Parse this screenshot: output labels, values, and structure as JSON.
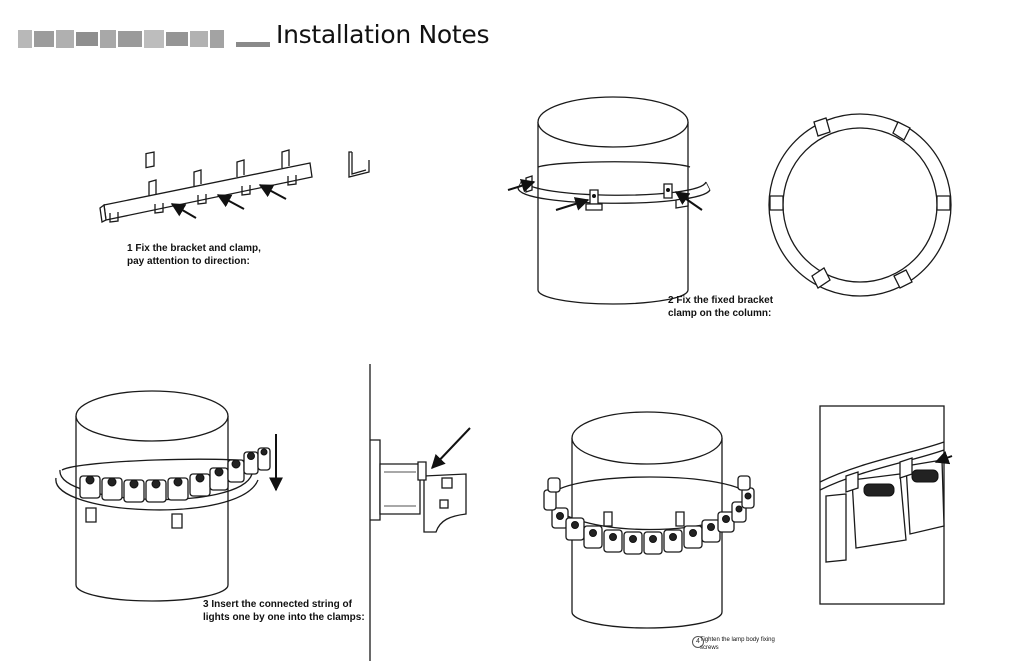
{
  "header": {
    "brand_logo_blurred": "brand-logo",
    "title": "Installation Notes"
  },
  "steps": [
    {
      "id": 1,
      "lines": [
        "1 Fix the bracket and clamp,",
        "pay attention to direction:"
      ]
    },
    {
      "id": 2,
      "lines": [
        "2 Fix the fixed bracket",
        "clamp on the column:"
      ]
    },
    {
      "id": 3,
      "lines": [
        "3 Insert the connected string of",
        "lights one by one into the clamps:"
      ]
    },
    {
      "id": 4,
      "number": "4",
      "lines": [
        "Tighten the lamp body fixing",
        "screws"
      ]
    }
  ],
  "colors": {
    "line": "#1a1a1a",
    "background": "#ffffff",
    "logo_blur": "#9a9a9a"
  }
}
